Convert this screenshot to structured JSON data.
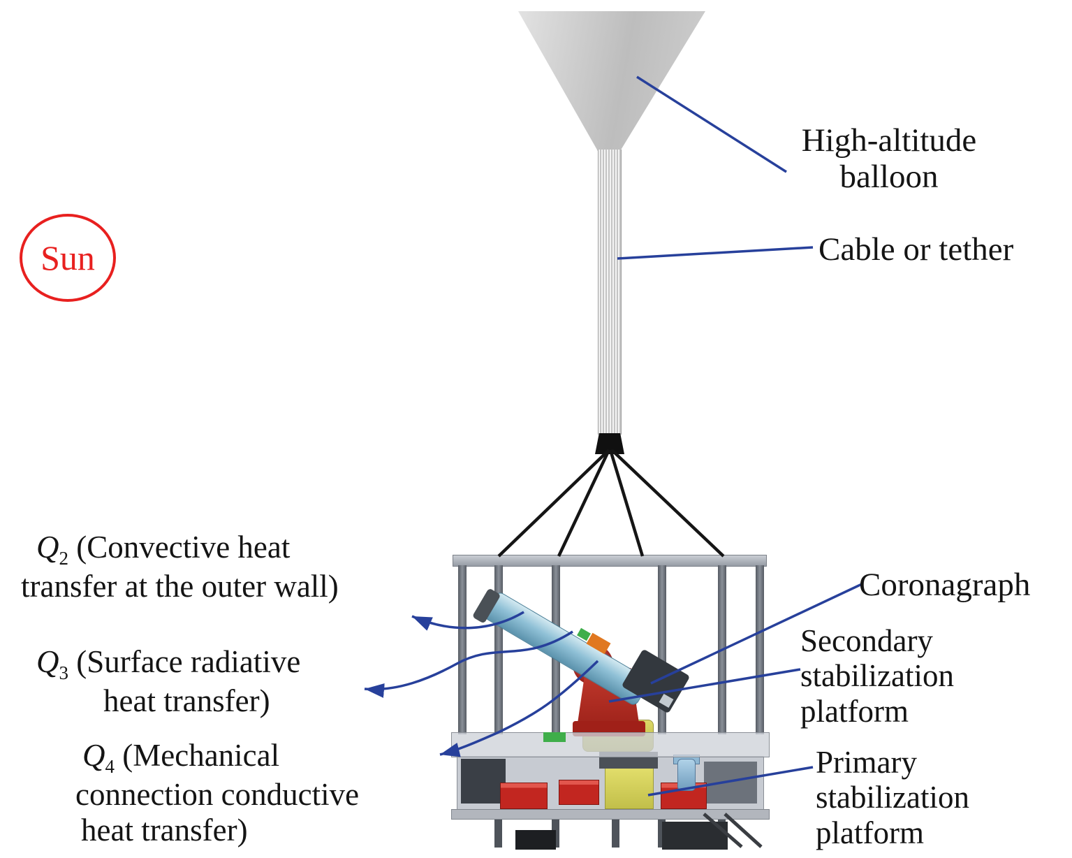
{
  "sun": {
    "label": "Sun"
  },
  "annotations": {
    "balloon": {
      "lines": [
        "High-altitude",
        "balloon"
      ]
    },
    "cable": {
      "lines": [
        "Cable or tether"
      ]
    },
    "coronagraph": {
      "lines": [
        "Coronagraph"
      ]
    },
    "secondary_platform": {
      "lines": [
        "Secondary",
        "stabilization",
        "platform"
      ]
    },
    "primary_platform": {
      "lines": [
        "Primary",
        "stabilization",
        "platform"
      ]
    },
    "q2": {
      "symbol": "Q",
      "subscript": "2",
      "lines": [
        "(Convective heat",
        "transfer at the outer wall)"
      ]
    },
    "q3": {
      "symbol": "Q",
      "subscript": "3",
      "lines": [
        "(Surface radiative",
        "heat transfer)"
      ]
    },
    "q4": {
      "symbol": "Q",
      "subscript": "4",
      "lines": [
        "(Mechanical",
        "connection conductive",
        "heat transfer)"
      ]
    }
  },
  "colors": {
    "leader_line": "#27409b",
    "sun_red": "#e8201f",
    "label_text": "#141414",
    "balloon_gray": "#c9c9c9",
    "telescope_cyan": "#8fc0d6",
    "mount_red": "#b5271f",
    "base_yellow": "#d6d35e"
  }
}
